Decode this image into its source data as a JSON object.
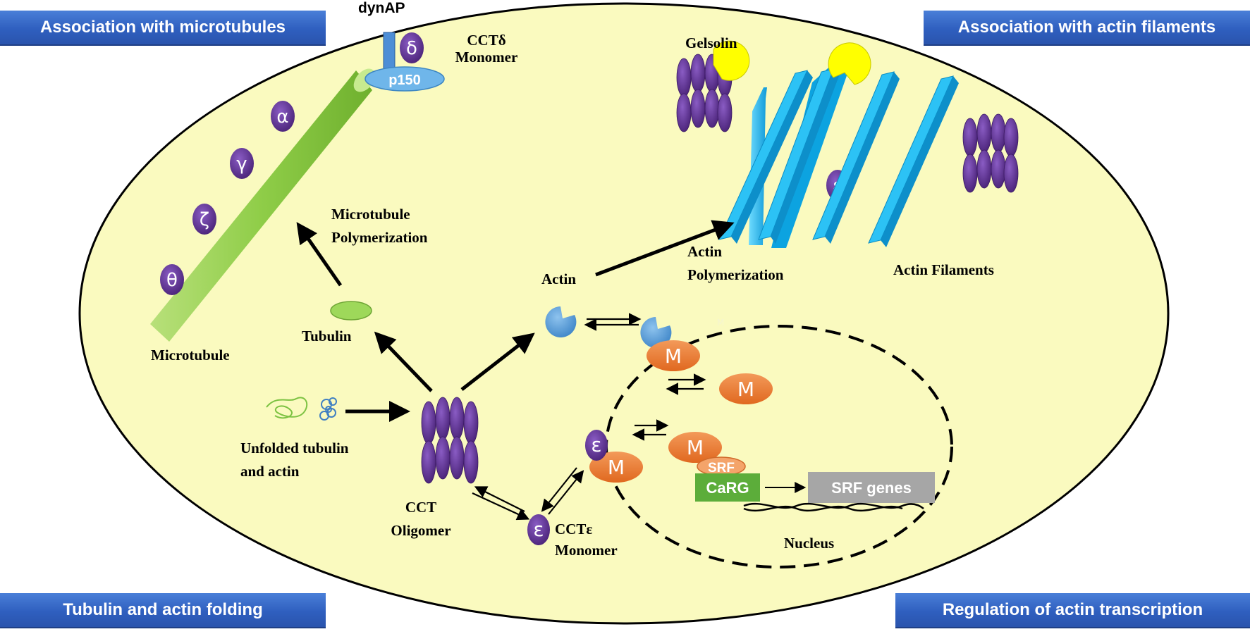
{
  "corners": {
    "top_left": "Association with microtubules",
    "top_right": "Association with actin filaments",
    "bottom_left": "Tubulin and actin folding",
    "bottom_right": "Regulation of actin transcription"
  },
  "labels": {
    "dynap": "dynAP",
    "p150": "p150",
    "cct_delta": [
      "CCTδ",
      "Monomer"
    ],
    "gelsolin": "Gelsolin",
    "microtubule_polymerization": [
      "Microtubule",
      "Polymerization"
    ],
    "microtubule": "Microtubule",
    "tubulin": "Tubulin",
    "unfolded": [
      "Unfolded tubulin",
      "and actin"
    ],
    "cct_oligomer": [
      "CCT",
      "Oligomer"
    ],
    "cct_epsilon": [
      "CCTε",
      "Monomer"
    ],
    "actin": "Actin",
    "actin_polymerization": [
      "Actin",
      "Polymerization"
    ],
    "actin_filaments": "Actin Filaments",
    "nucleus": "Nucleus",
    "srf": "SRF",
    "carg": "CaRG",
    "srf_genes": "SRF genes",
    "mrtf": "M",
    "mrtf_small": "M"
  },
  "subunits": {
    "delta": "δ",
    "alpha": "α",
    "gamma": "γ",
    "zeta": "ζ",
    "theta": "θ",
    "epsilon": "ε"
  },
  "colors": {
    "cell_fill": "#fafabf",
    "corner_blue": "#2f5fbf",
    "microtubule_green": "#92d050",
    "subunit_purple": "#5b2d8e",
    "actin_blue": "#5b9bd5",
    "mrtf_orange": "#ed7d31",
    "filament_cyan": "#1ab6f0",
    "gelsolin_yellow": "#ffff00",
    "carg_green": "#5cad3a",
    "genes_gray": "#a6a6a6"
  }
}
